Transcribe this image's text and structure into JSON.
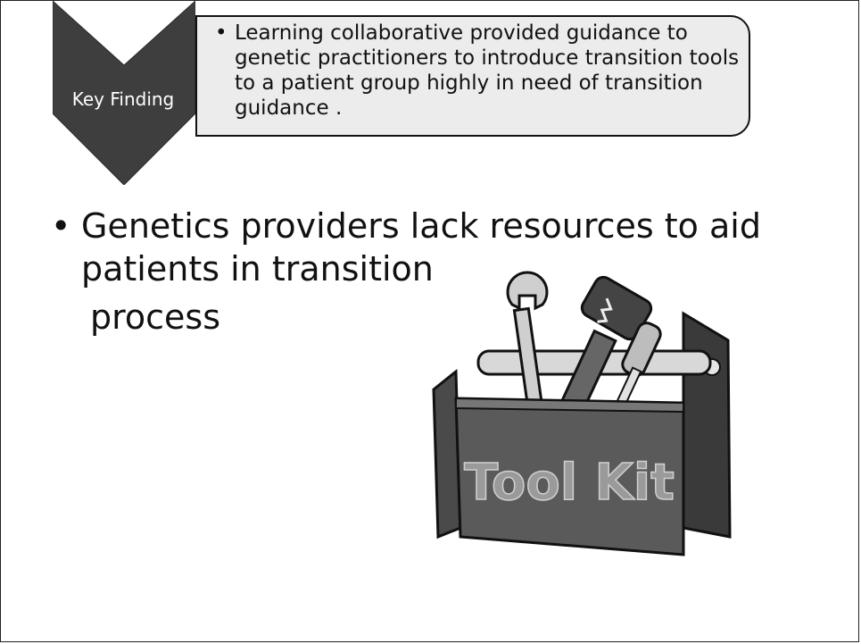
{
  "key_finding": {
    "label": "Key Finding",
    "text": "Learning collaborative provided guidance to genetic practitioners to introduce transition tools to a patient group highly in need of transition guidance ."
  },
  "main": {
    "bullet": "Genetics providers lack resources to aid patients in transition",
    "continuation": "process"
  },
  "illustration": {
    "label": "Tool Kit",
    "icon": "toolbox-icon"
  },
  "colors": {
    "chevron": "#3e3e3e",
    "callout_bg": "#ececec",
    "toolbox_front": "#5a5a5a",
    "toolbox_side": "#3a3a3a"
  }
}
